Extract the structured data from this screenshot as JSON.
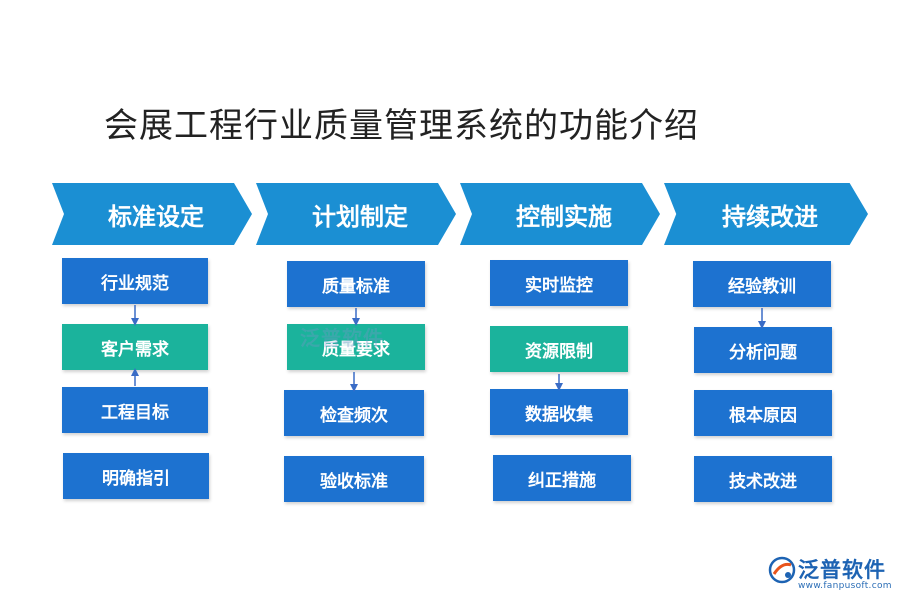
{
  "title": "会展工程行业质量管理系统的功能介绍",
  "colors": {
    "chevron_blue": "#1b8fd3",
    "box_blue": "#1d72d0",
    "box_teal": "#1bb39c",
    "arrow_blue": "#3a6cc6"
  },
  "stages": [
    {
      "label": "标准设定",
      "items": [
        {
          "label": "行业规范",
          "color": "blue"
        },
        {
          "label": "客户需求",
          "color": "teal"
        },
        {
          "label": "工程目标",
          "color": "blue"
        },
        {
          "label": "明确指引",
          "color": "blue"
        }
      ]
    },
    {
      "label": "计划制定",
      "items": [
        {
          "label": "质量标准",
          "color": "blue"
        },
        {
          "label": "质量要求",
          "color": "teal"
        },
        {
          "label": "检查频次",
          "color": "blue"
        },
        {
          "label": "验收标准",
          "color": "blue"
        }
      ]
    },
    {
      "label": "控制实施",
      "items": [
        {
          "label": "实时监控",
          "color": "blue"
        },
        {
          "label": "资源限制",
          "color": "teal"
        },
        {
          "label": "数据收集",
          "color": "blue"
        },
        {
          "label": "纠正措施",
          "color": "blue"
        }
      ]
    },
    {
      "label": "持续改进",
      "items": [
        {
          "label": "经验教训",
          "color": "blue"
        },
        {
          "label": "分析问题",
          "color": "blue"
        },
        {
          "label": "根本原因",
          "color": "blue"
        },
        {
          "label": "技术改进",
          "color": "blue"
        }
      ]
    }
  ],
  "watermark": "泛普软件",
  "logo": {
    "name": "泛普软件",
    "url": "www.fanpusoft.com",
    "icon": "fanpu-logo-icon"
  }
}
